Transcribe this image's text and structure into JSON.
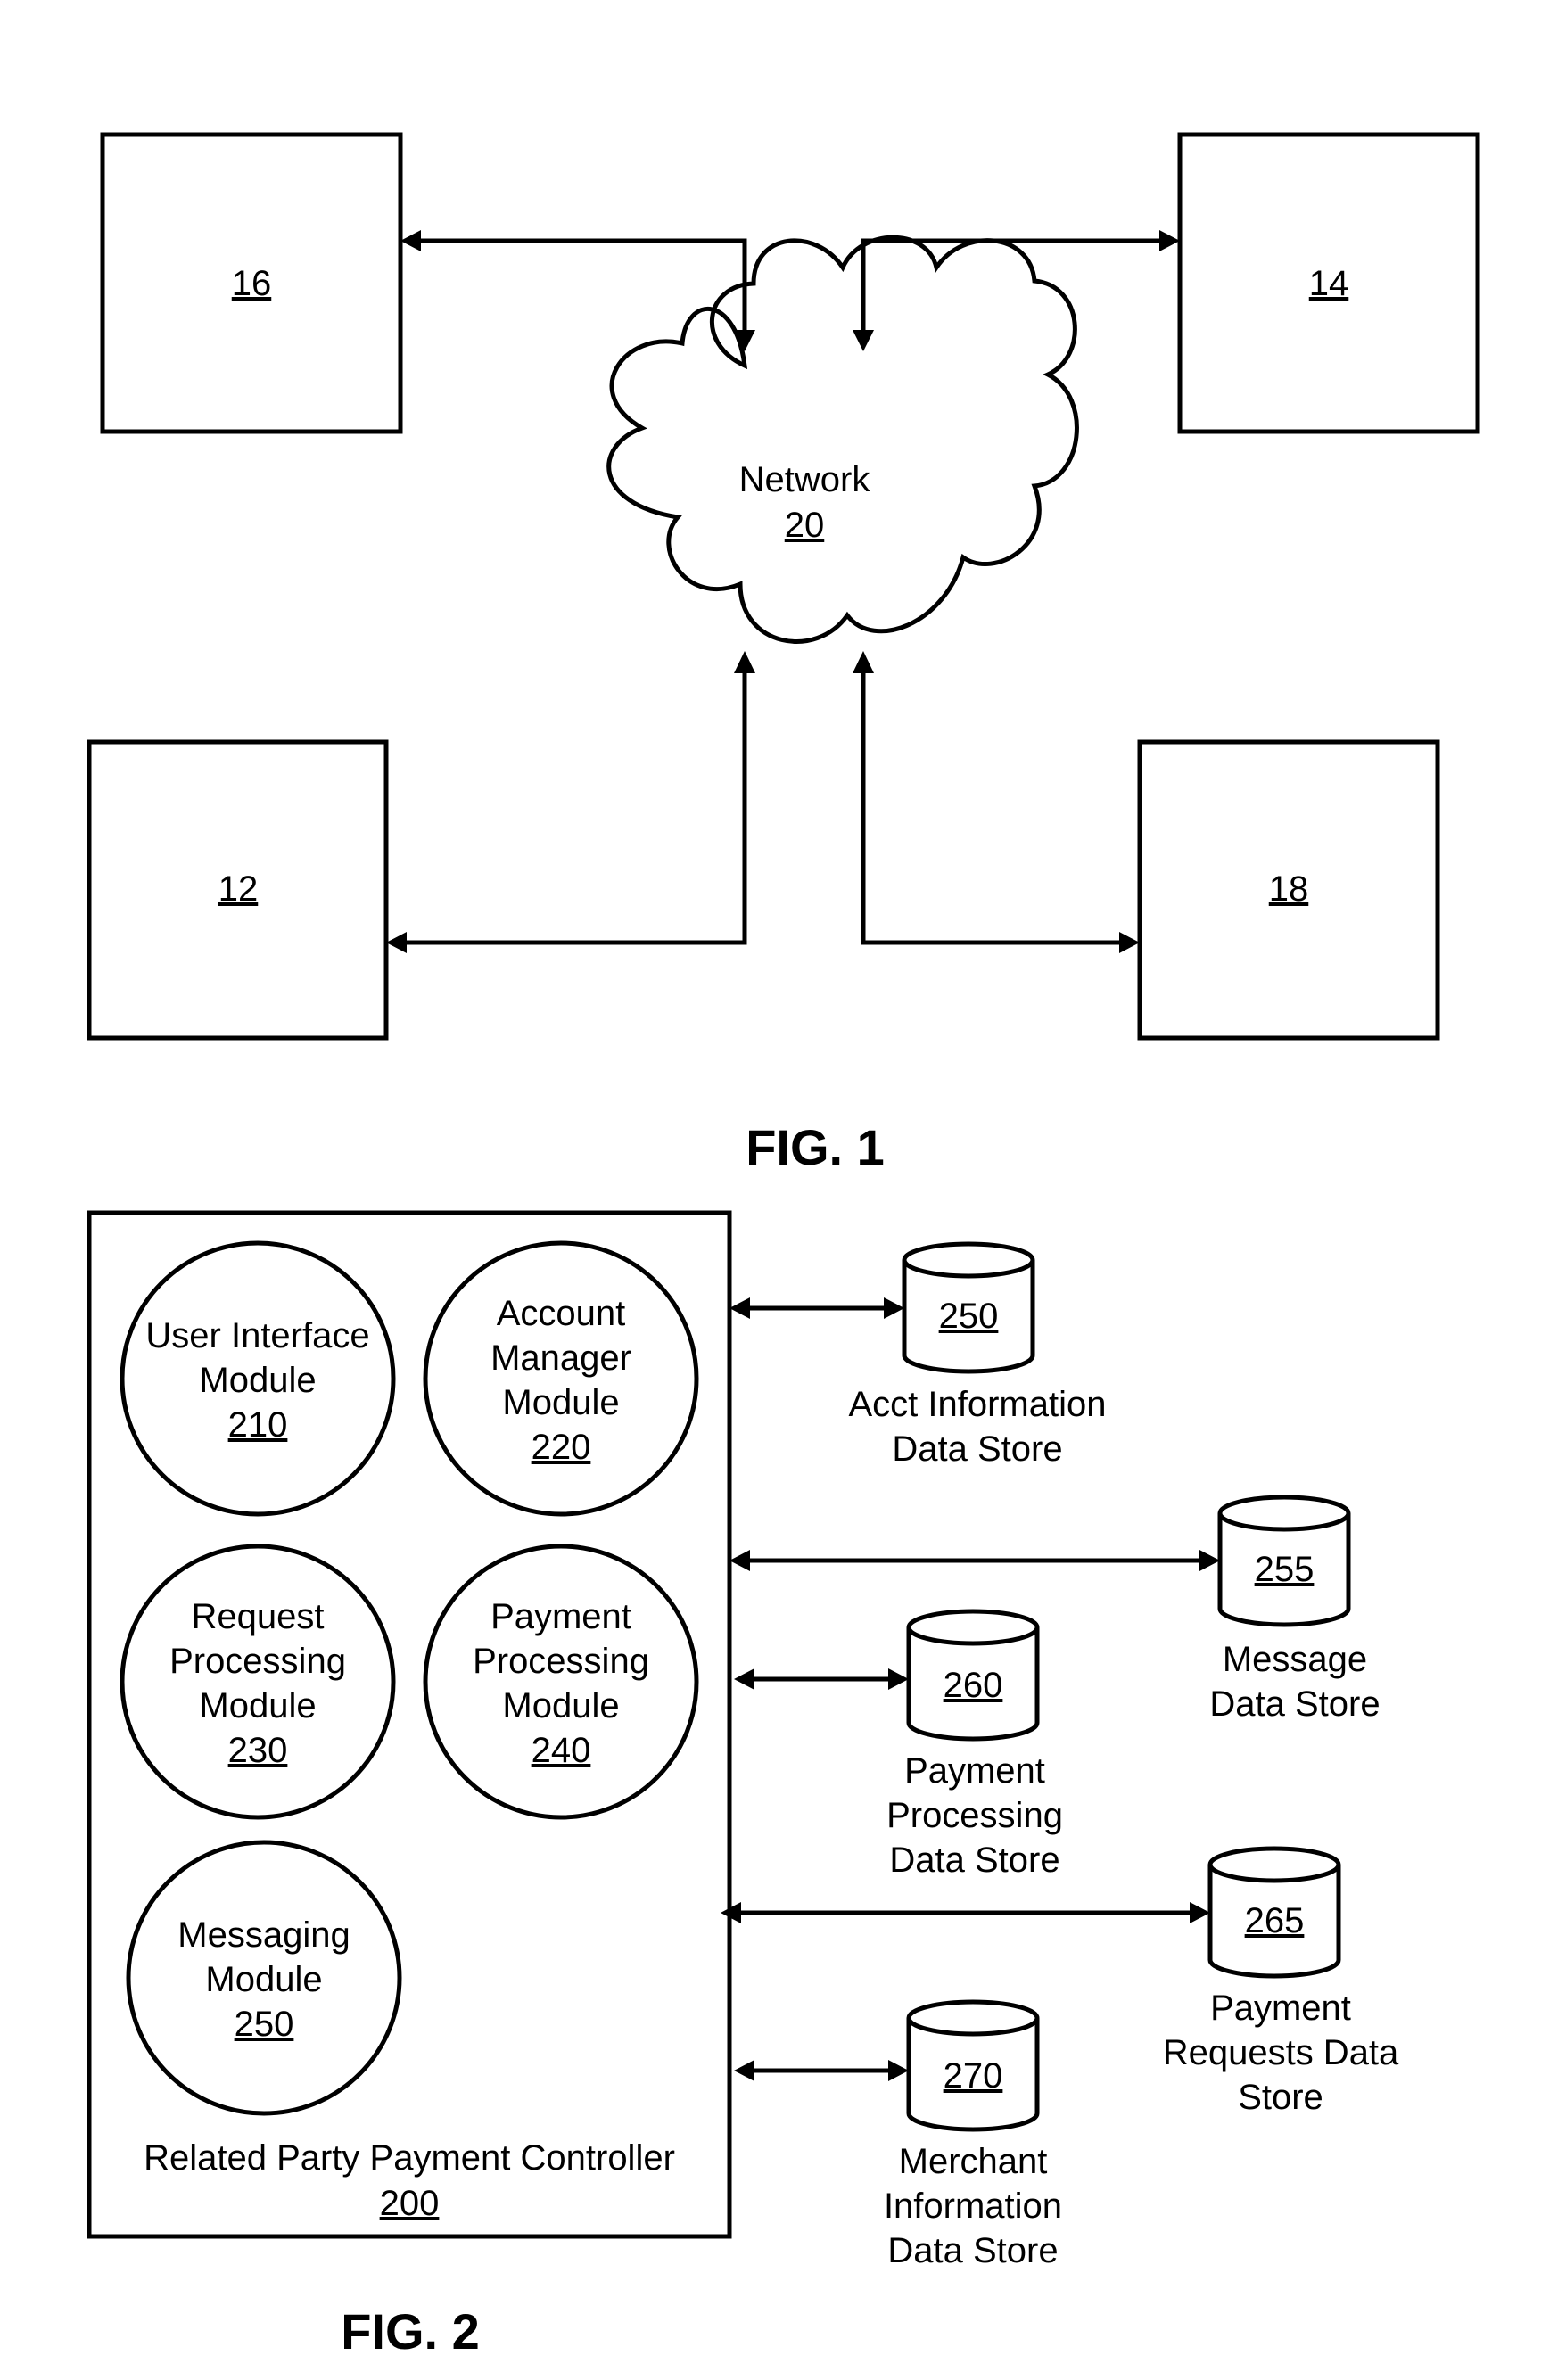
{
  "fig1": {
    "caption": "FIG. 1",
    "network": {
      "label": "Network",
      "ref": "20"
    },
    "boxes": {
      "b16": "16",
      "b14": "14",
      "b12": "12",
      "b18": "18"
    }
  },
  "fig2": {
    "caption": "FIG. 2",
    "controller": {
      "label": "Related Party Payment Controller",
      "ref": "200"
    },
    "modules": {
      "ui": {
        "lines": [
          "User Interface",
          "Module"
        ],
        "ref": "210"
      },
      "account": {
        "lines": [
          "Account",
          "Manager",
          "Module"
        ],
        "ref": "220"
      },
      "request": {
        "lines": [
          "Request",
          "Processing",
          "Module"
        ],
        "ref": "230"
      },
      "payment": {
        "lines": [
          "Payment",
          "Processing",
          "Module"
        ],
        "ref": "240"
      },
      "messaging": {
        "lines": [
          "Messaging",
          "Module"
        ],
        "ref": "250"
      }
    },
    "stores": {
      "acct": {
        "ref": "250",
        "lines": [
          "Acct Information",
          "Data Store"
        ]
      },
      "message": {
        "ref": "255",
        "lines": [
          "Message",
          "Data Store"
        ]
      },
      "payproc": {
        "ref": "260",
        "lines": [
          "Payment",
          "Processing",
          "Data Store"
        ]
      },
      "payreq": {
        "ref": "265",
        "lines": [
          "Payment",
          "Requests Data",
          "Store"
        ]
      },
      "merchant": {
        "ref": "270",
        "lines": [
          "Merchant",
          "Information",
          "Data Store"
        ]
      }
    }
  }
}
